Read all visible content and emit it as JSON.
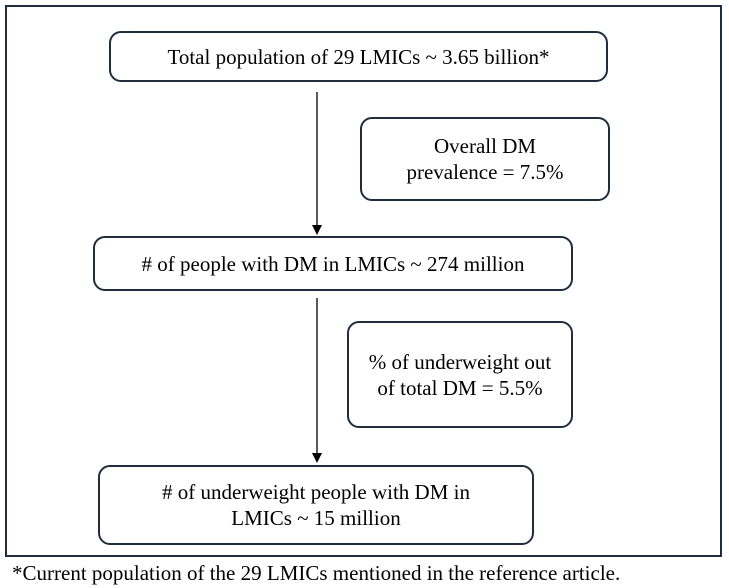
{
  "boxes": {
    "total_population": "Total population of 29 LMICs ~ 3.65 billion*",
    "prevalence": "Overall DM prevalence = 7.5%",
    "people_with_dm": "# of people with DM in LMICs ~ 274 million",
    "underweight_percent": "% of underweight out of total DM = 5.5%",
    "underweight_people": "# of underweight people with DM in LMICs ~ 15 million"
  },
  "footnote": "*Current population of the 29 LMICs mentioned in the reference article.",
  "colors": {
    "border": "#1f2d3d",
    "arrow": "#000000",
    "background": "#ffffff"
  }
}
